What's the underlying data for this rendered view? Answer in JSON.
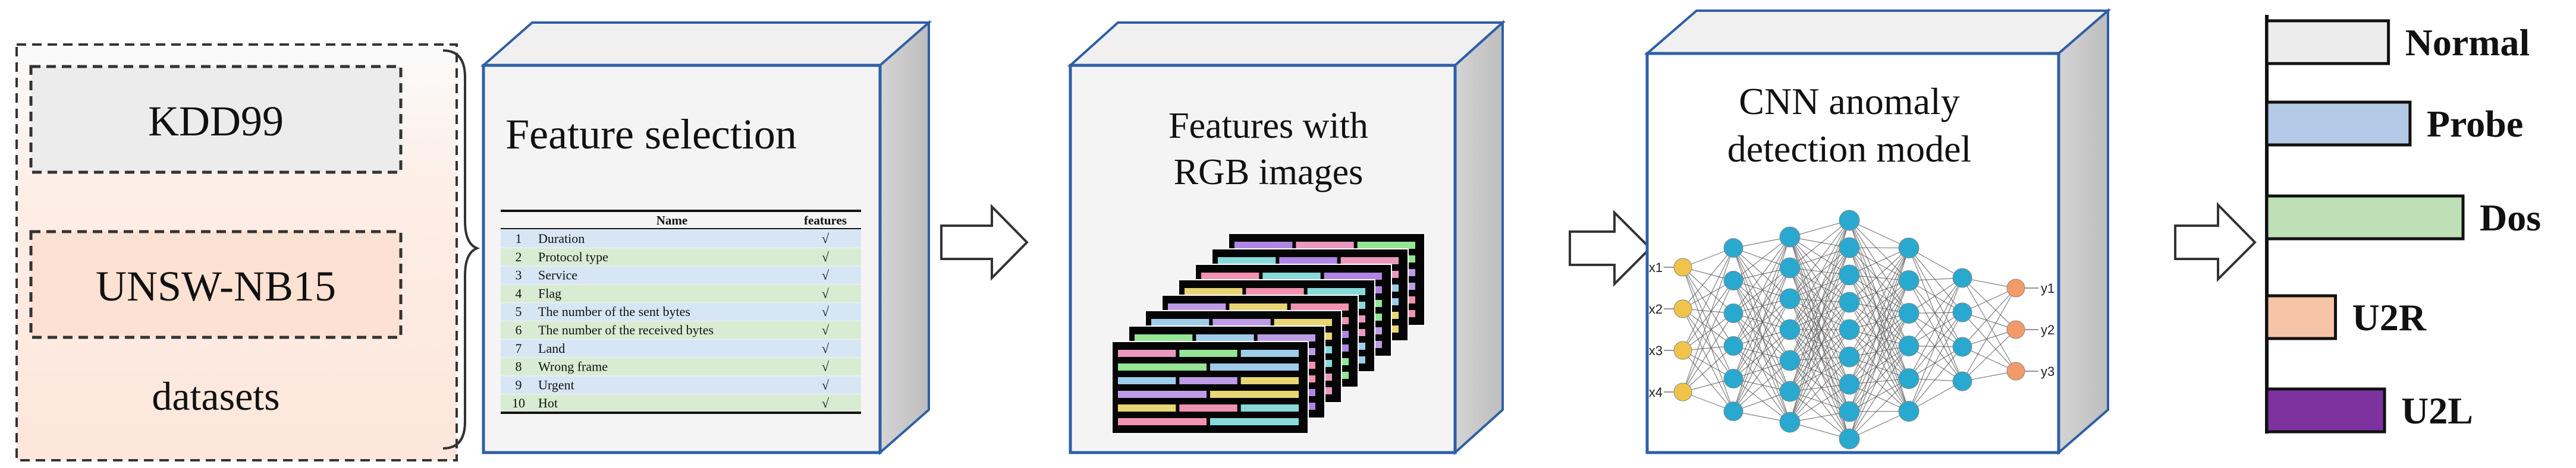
{
  "datasets": {
    "items": [
      "KDD99",
      "UNSW-NB15"
    ],
    "caption": "datasets"
  },
  "feature_selection": {
    "title": "Feature selection",
    "table": {
      "headers": [
        "Name",
        "features"
      ],
      "rows": [
        [
          "1",
          "Duration",
          "√"
        ],
        [
          "2",
          "Protocol type",
          "√"
        ],
        [
          "3",
          "Service",
          "√"
        ],
        [
          "4",
          "Flag",
          "√"
        ],
        [
          "5",
          "The number of the sent bytes",
          "√"
        ],
        [
          "6",
          "The number of the received bytes",
          "√"
        ],
        [
          "7",
          "Land",
          "√"
        ],
        [
          "8",
          "Wrong frame",
          "√"
        ],
        [
          "9",
          "Urgent",
          "√"
        ],
        [
          "10",
          "Hot",
          "√"
        ]
      ]
    }
  },
  "rgb_images": {
    "title_line1": "Features with",
    "title_line2": "RGB images"
  },
  "cnn": {
    "title_line1": "CNN anomaly",
    "title_line2": "detection model",
    "inputs": [
      "x1",
      "x2",
      "x3",
      "x4"
    ],
    "outputs": [
      "y1",
      "y2",
      "y3"
    ]
  },
  "classes": [
    {
      "label": "Normal",
      "color": "#ececec",
      "relative_length": 0.62
    },
    {
      "label": "Probe",
      "color": "#b4c9e6",
      "relative_length": 0.73
    },
    {
      "label": "Dos",
      "color": "#bfe0b7",
      "relative_length": 1.0
    },
    {
      "label": "U2R",
      "color": "#f6c4a6",
      "relative_length": 0.35
    },
    {
      "label": "U2L",
      "color": "#7d32a0",
      "relative_length": 0.6
    }
  ],
  "colors": {
    "box_border": "#2e5fa6",
    "row_blue": "#d7e6f5",
    "row_green": "#d8ecd3",
    "node_input": "#f2c34a",
    "node_hidden": "#29a9cf",
    "node_output": "#f39a6b"
  }
}
